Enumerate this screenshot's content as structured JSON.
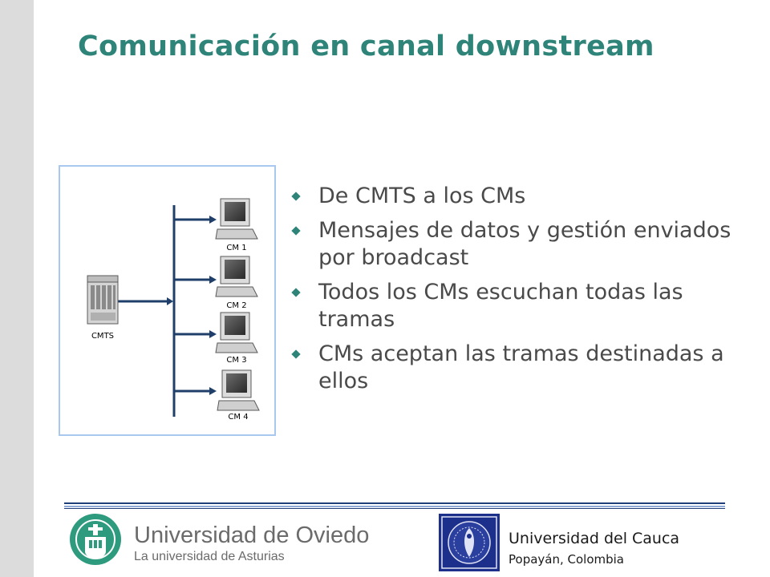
{
  "slide": {
    "title": "Comunicación en canal downstream"
  },
  "diagram": {
    "head_end": {
      "label": "CMTS",
      "icon": "cmts-server-icon"
    },
    "cable_modems": [
      {
        "label": "CM 1",
        "icon": "computer-icon"
      },
      {
        "label": "CM 2",
        "icon": "computer-icon"
      },
      {
        "label": "CM 3",
        "icon": "computer-icon"
      },
      {
        "label": "CM 4",
        "icon": "computer-icon"
      }
    ],
    "colors": {
      "frame": "#a9c8f0",
      "links": "#1f3f6a"
    }
  },
  "bullets": [
    "De CMTS a los CMs",
    "Mensajes de datos y gestión enviados por broadcast",
    "Todos los CMs escuchan todas las tramas",
    "CMs aceptan las tramas destinadas a ellos"
  ],
  "footer": {
    "left_institution": {
      "name": "Universidad de Oviedo",
      "subtitle": "La universidad de Asturias"
    },
    "right_institution": {
      "name": "Universidad del Cauca",
      "subtitle": "Popayán, Colombia"
    }
  },
  "colors": {
    "title": "#2e8478",
    "bullet_marker": "#2e8478",
    "body_text": "#4a4a4a",
    "side_bar": "#dcdcdc",
    "footer_rule": "#1f3f7a"
  }
}
